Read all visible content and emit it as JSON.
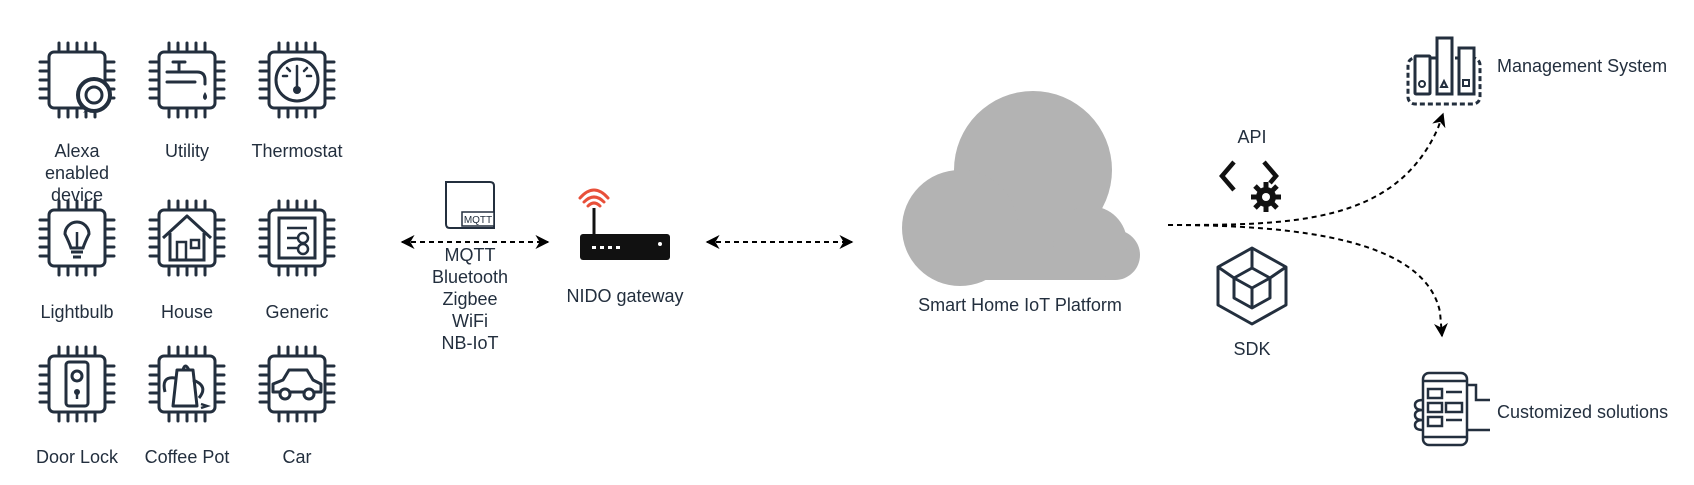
{
  "devices": [
    {
      "label": "Alexa enabled\ndevice",
      "icon": "alexa-chip-icon"
    },
    {
      "label": "Utility",
      "icon": "faucet-chip-icon"
    },
    {
      "label": "Thermostat",
      "icon": "thermostat-chip-icon"
    },
    {
      "label": "Lightbulb",
      "icon": "lightbulb-chip-icon"
    },
    {
      "label": "House",
      "icon": "house-chip-icon"
    },
    {
      "label": "Generic",
      "icon": "generic-chip-icon"
    },
    {
      "label": "Door Lock",
      "icon": "door-lock-chip-icon"
    },
    {
      "label": "Coffee Pot",
      "icon": "coffee-pot-chip-icon"
    },
    {
      "label": "Car",
      "icon": "car-chip-icon"
    }
  ],
  "protocols": [
    "MQTT",
    "Bluetooth",
    "Zigbee",
    "WiFi",
    "NB-IoT"
  ],
  "mqtt_icon_text": "MQTT",
  "gateway": {
    "label": "NIDO gateway",
    "icon": "router-icon"
  },
  "platform": {
    "label": "Smart Home IoT Platform",
    "icon": "cloud-icon"
  },
  "api": {
    "label": "API",
    "icon": "api-code-gear-icon"
  },
  "sdk": {
    "label": "SDK",
    "icon": "sdk-cube-icon"
  },
  "management": {
    "label": "Management System",
    "icon": "dashboard-chart-icon"
  },
  "customized": {
    "label": "Customized solutions",
    "icon": "solutions-app-icon"
  },
  "colors": {
    "stroke": "#232f3e",
    "cloud": "#b3b3b3",
    "wifi": "#e8503a"
  }
}
